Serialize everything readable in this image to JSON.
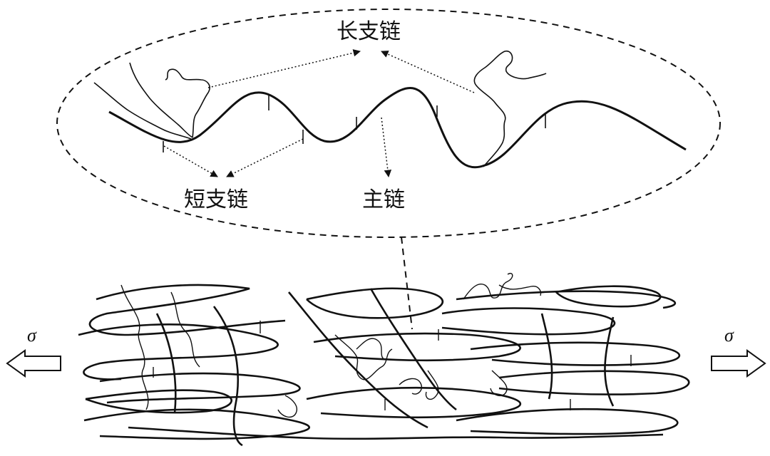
{
  "labels": {
    "long_branch": "长支链",
    "short_branch": "短支链",
    "main_chain": "主链"
  },
  "stress_symbol": "σ",
  "colors": {
    "line": "#111111",
    "background": "#ffffff"
  }
}
